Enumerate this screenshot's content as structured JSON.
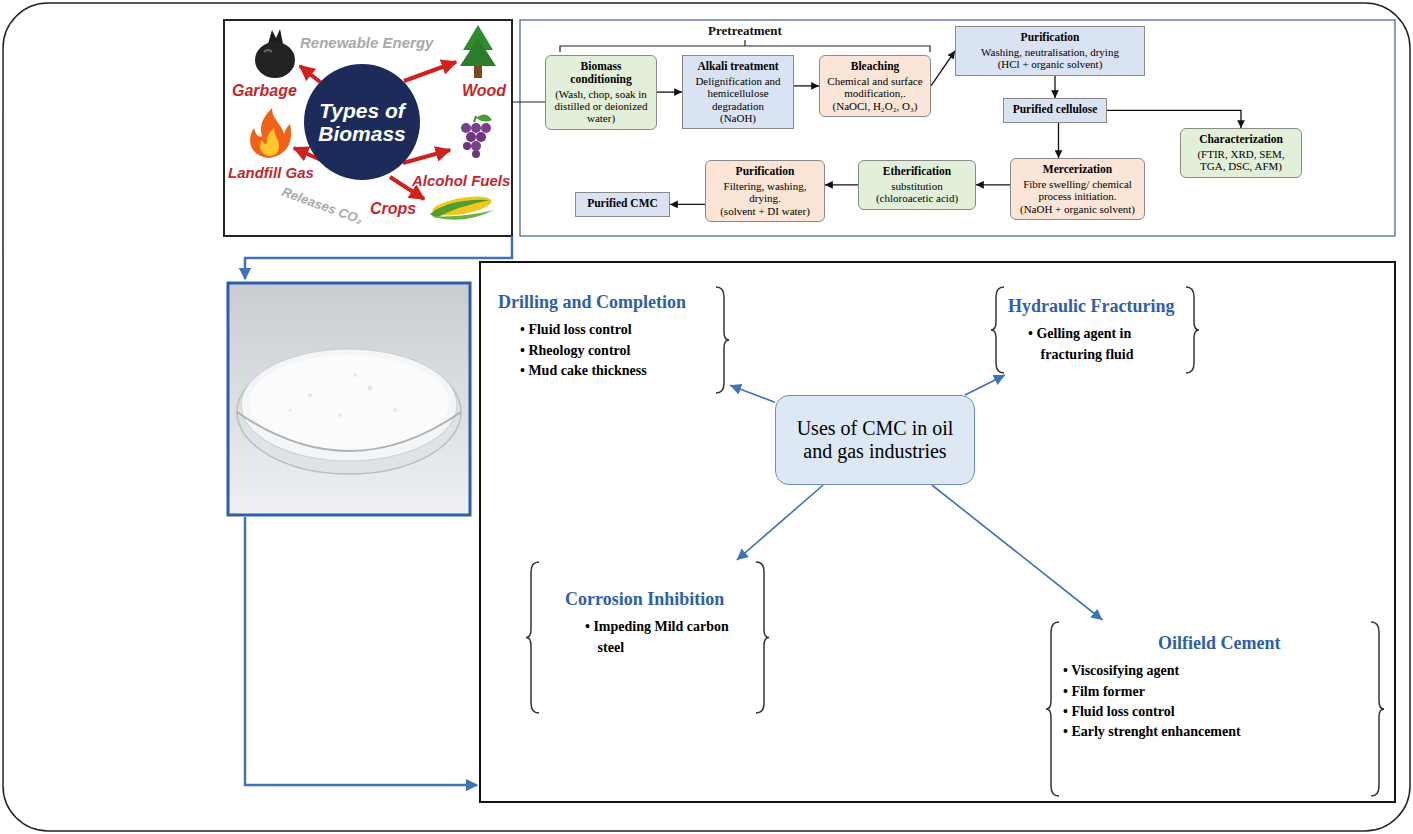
{
  "diagram": {
    "nodes": [
      {
        "text": [
          "Types of Biomass"
        ]
      },
      {
        "text": [
          "Biomass conditioning",
          "(Wash, chop, soak in distilled or deionized water)"
        ]
      },
      {
        "text": [
          "Alkali treatment",
          "Delignification and hemicellulose degradation",
          "(NaOH)"
        ]
      },
      {
        "text": [
          "Bleaching",
          "Chemical and surface modification,.",
          "(NaOCl, H₂O₂, O₃)"
        ]
      },
      {
        "text": [
          "Purification",
          "Washing, neutralisation, drying",
          "(HCl + organic solvent)"
        ]
      },
      {
        "text": [
          "Purified cellulose"
        ]
      },
      {
        "text": [
          "Characterization",
          "(FTIR, XRD, SEM, TGA, DSC, AFM)"
        ]
      },
      {
        "text": [
          "Mercerization",
          "Fibre swelling/ chemical process initiation.",
          "(NaOH + organic solvent)"
        ]
      },
      {
        "text": [
          "Etherification",
          "substitution",
          "(chloroacetic acid)"
        ]
      },
      {
        "text": [
          "Purification",
          "Filtering, washing, drying.",
          "(solvent + DI water)"
        ]
      },
      {
        "text": [
          "Purified CMC"
        ]
      },
      {
        "text": [
          "Uses of CMC in oil and gas industries"
        ]
      },
      {
        "text": [
          "Drilling and Completion",
          "• Fluid loss control",
          "• Rheology control",
          "• Mud cake thickness"
        ]
      },
      {
        "text": [
          "Hydraulic Fracturing",
          "• Gelling agent in fracturing fluid"
        ]
      },
      {
        "text": [
          "Corrosion Inhibition",
          "• Impeding Mild carbon steel"
        ]
      },
      {
        "text": [
          "Oilfield Cement",
          "• Viscosifying agent",
          "• Film former",
          "• Fluid loss control",
          "• Early strenght enhancement"
        ]
      }
    ],
    "edges": [
      {
        "from": 1,
        "to": 2,
        "arrow": "to"
      },
      {
        "from": 2,
        "to": 3,
        "arrow": "to"
      },
      {
        "from": 3,
        "to": 4,
        "arrow": "to"
      },
      {
        "from": 4,
        "to": 5,
        "arrow": "to"
      },
      {
        "from": 5,
        "to": 6,
        "arrow": "to"
      },
      {
        "from": 5,
        "to": 7,
        "arrow": "to"
      },
      {
        "from": 7,
        "to": 8,
        "arrow": "to"
      },
      {
        "from": 8,
        "to": 9,
        "arrow": "to"
      },
      {
        "from": 9,
        "to": 10,
        "arrow": "to"
      },
      {
        "from": 11,
        "to": 12,
        "arrow": "to"
      },
      {
        "from": 11,
        "to": 13,
        "arrow": "to"
      },
      {
        "from": 11,
        "to": 14,
        "arrow": "to"
      },
      {
        "from": 11,
        "to": 15,
        "arrow": "to"
      }
    ],
    "labels": [
      "Renewable Energy",
      "Garbage",
      "Wood",
      "Landfill Gas",
      "Alcohol Fuels",
      "Crops",
      "Releases CO₂",
      "Pretreatment"
    ]
  }
}
